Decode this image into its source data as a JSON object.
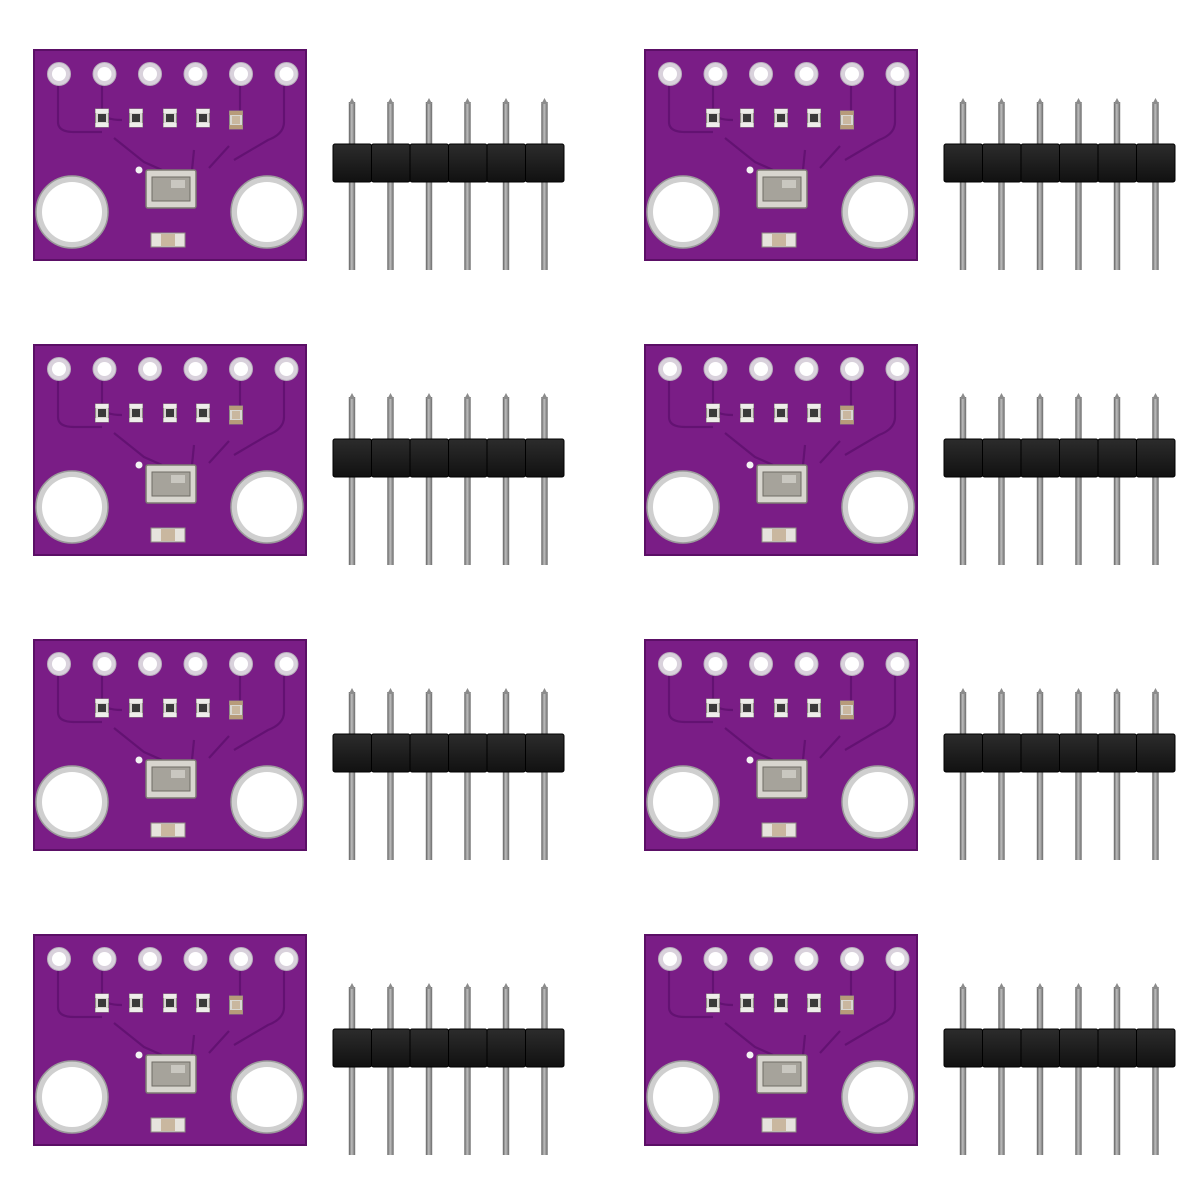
{
  "image": {
    "background": "#ffffff",
    "grid": {
      "rows": 4,
      "columns": 2
    },
    "item_count": 8
  },
  "module": {
    "board_color": "#7a1d86",
    "board_edge_color": "#5b0f66",
    "pad_ring_color": "#d9d2dc",
    "pad_hole_color": "#ffffff",
    "trace_color": "#611170",
    "sensor_body_color": "#d8d6cf",
    "sensor_lid_color": "#a6a39b",
    "smd_body_color": "#d9d7d2",
    "smd_cap_color": "#c9b79f",
    "header_pins": 6,
    "header_block_color": "#1b1b1b",
    "header_pin_color": "#8a8a8a",
    "pads_per_board": 6,
    "smd_components_top_row": 5
  }
}
